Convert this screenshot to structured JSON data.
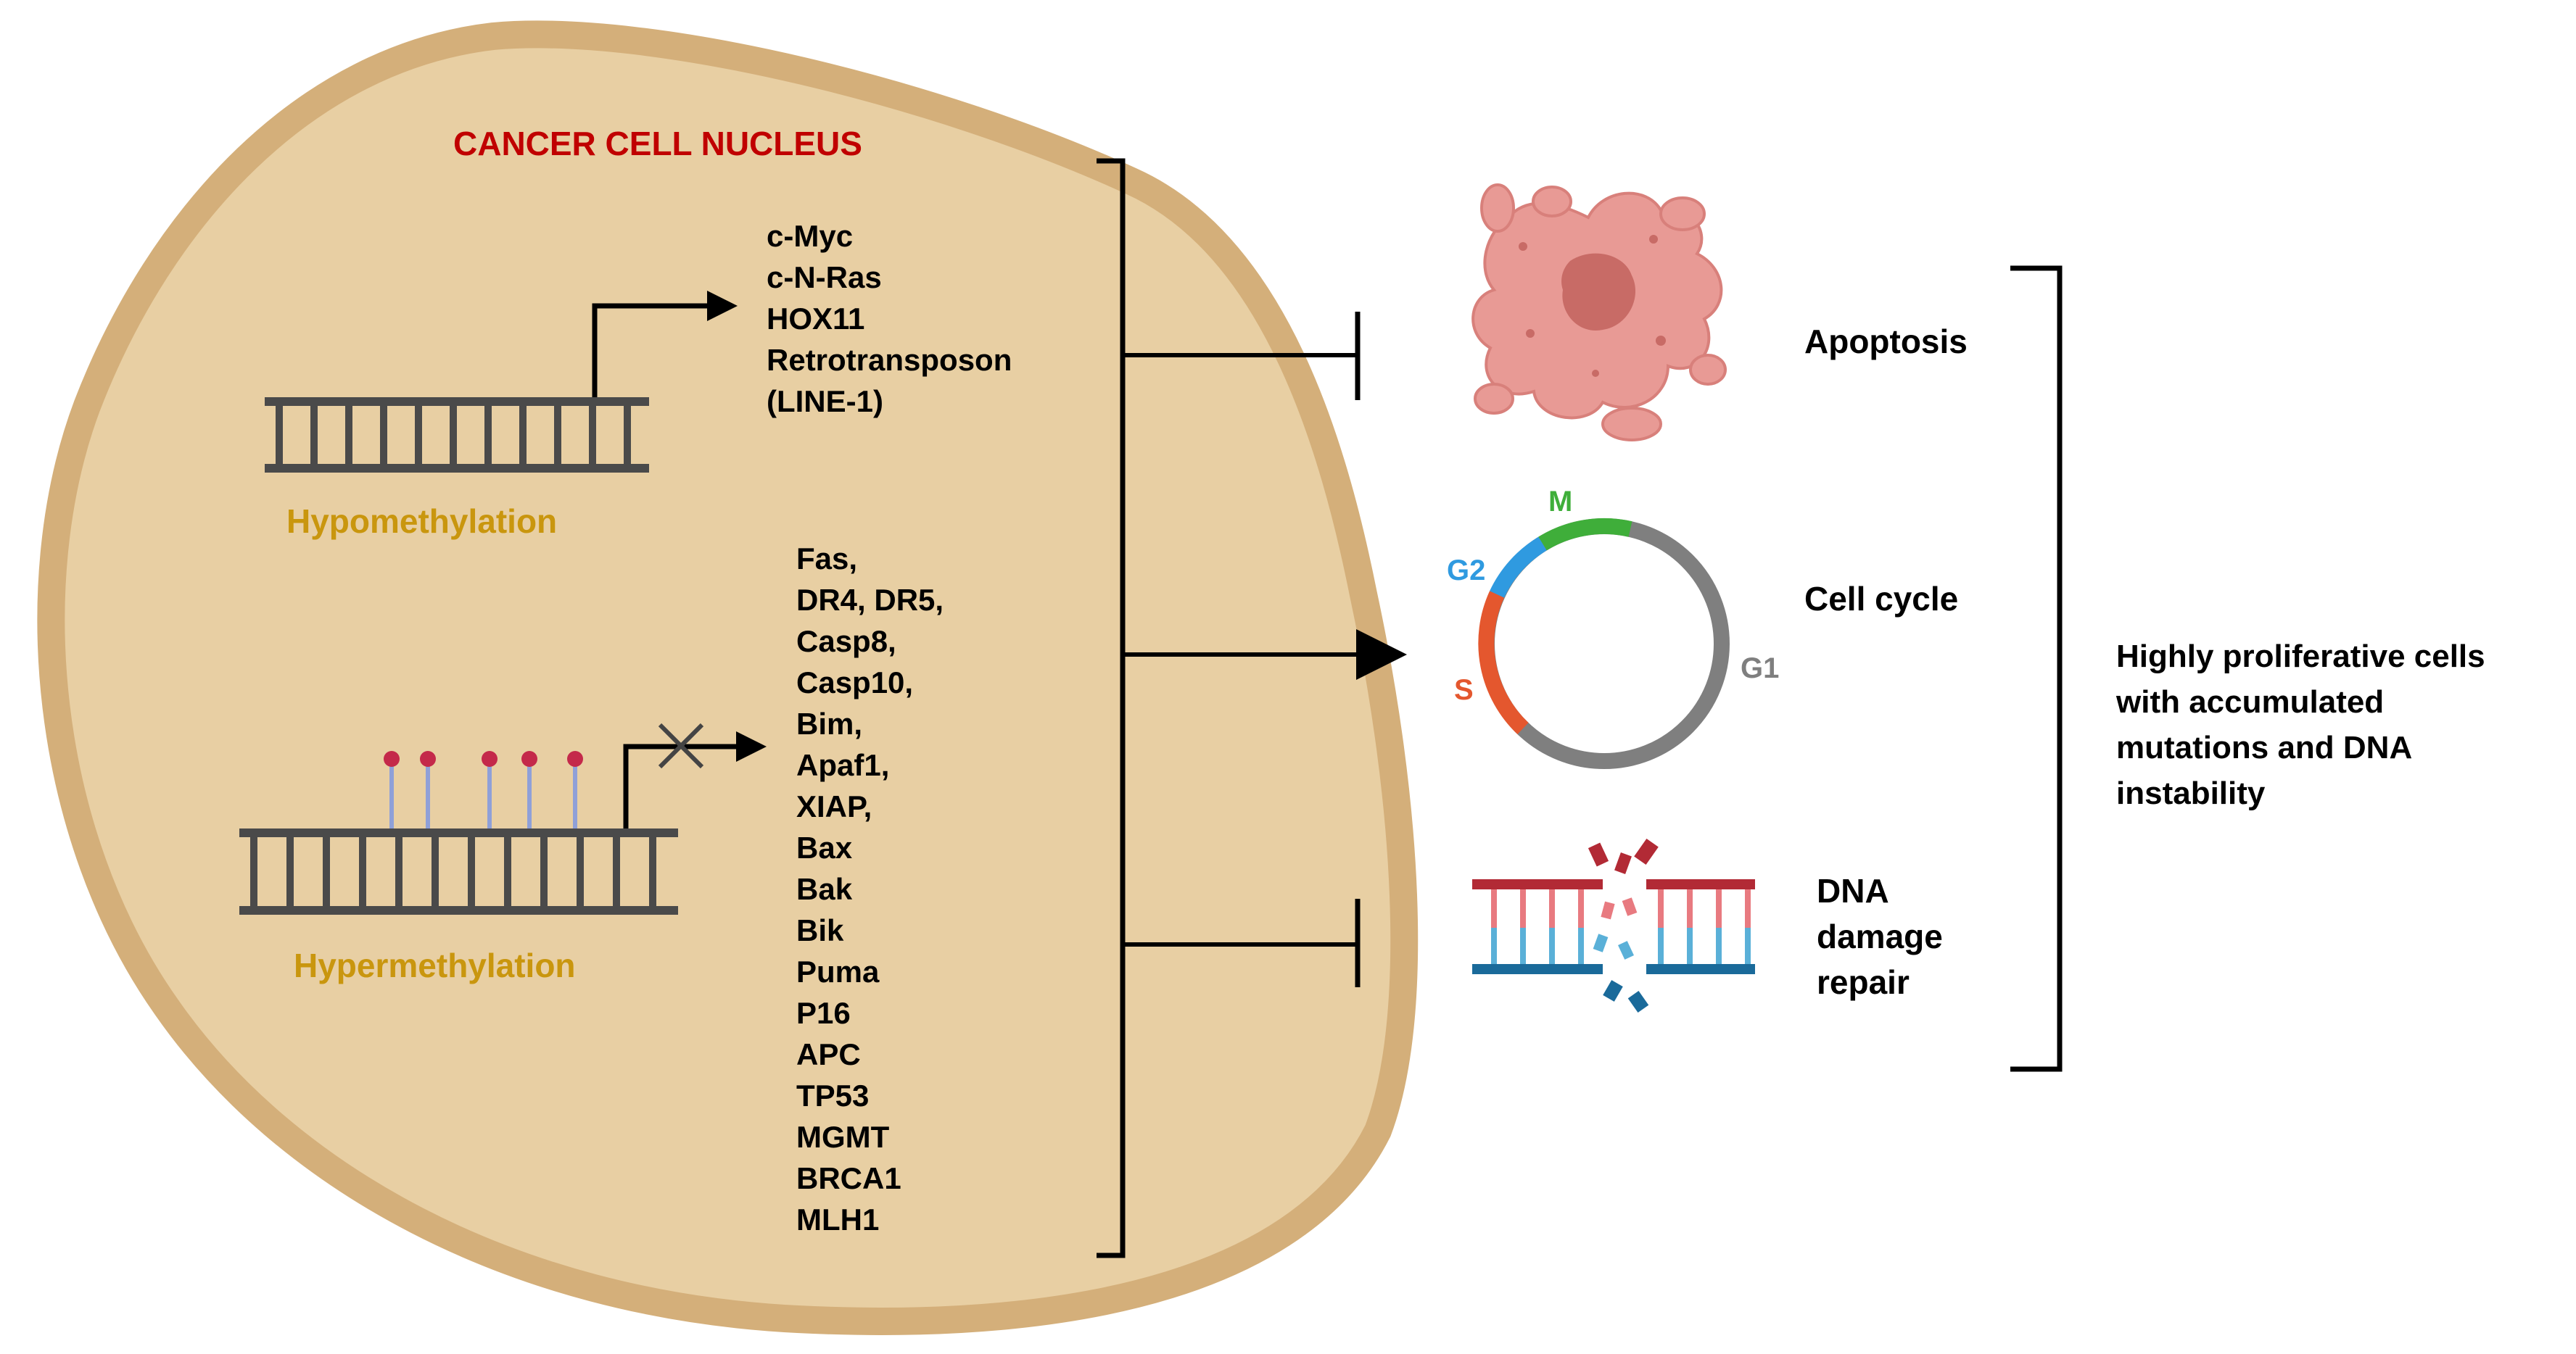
{
  "nucleus": {
    "title": "CANCER CELL NUCLEUS",
    "fill_color": "#e8cfa3",
    "membrane_color": "#d4af7a",
    "title_color": "#c00000"
  },
  "hypomethylation": {
    "label": "Hypomethylation",
    "label_color": "#c9960e",
    "genes": [
      "c-Myc",
      "c-N-Ras",
      "HOX11",
      "Retrotransposon",
      "(LINE-1)"
    ]
  },
  "hypermethylation": {
    "label": "Hypermethylation",
    "label_color": "#c9960e",
    "genes": [
      "Fas,",
      "DR4, DR5,",
      "Casp8,",
      "Casp10,",
      "Bim,",
      "Apaf1,",
      "XIAP,",
      "Bax",
      "Bak",
      "Bik",
      "Puma",
      "P16",
      "APC",
      "TP53",
      "MGMT",
      "BRCA1",
      "MLH1"
    ]
  },
  "effects": {
    "apoptosis": "Apoptosis",
    "cell_cycle": "Cell cycle",
    "dna_repair": [
      "DNA",
      "damage",
      "repair"
    ]
  },
  "cell_cycle_phases": {
    "m": "M",
    "g2": "G2",
    "s": "S",
    "g1": "G1",
    "m_color": "#3fae3a",
    "g2_color": "#2f9ae0",
    "s_color": "#e4572e",
    "g1_color": "#7f7f7f"
  },
  "outcome": [
    "Highly proliferative cells",
    "with accumulated",
    "mutations and DNA",
    "instability"
  ]
}
